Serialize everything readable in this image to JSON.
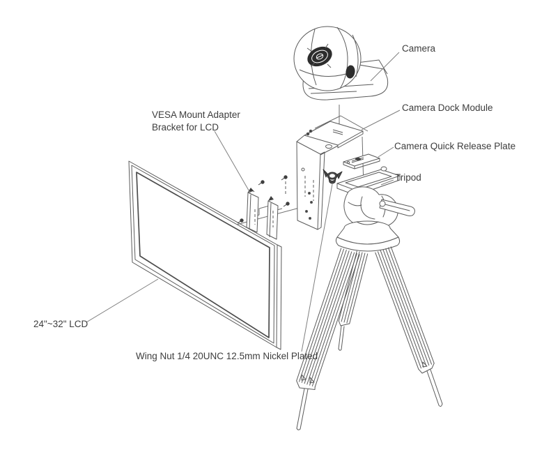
{
  "diagram": {
    "description": "Exploded assembly diagram of a camera, dock module, quick release plate, tripod, VESA bracket and LCD monitor",
    "labels": {
      "camera": "Camera",
      "camera_dock_module": "Camera Dock Module",
      "camera_quick_release_plate": "Camera Quick Release Plate",
      "tripod": "Tripod",
      "vesa_line1": "VESA Mount Adapter",
      "vesa_line2": "Bracket for LCD",
      "lcd_size": "24\"~32\" LCD",
      "wing_nut": "Wing Nut 1/4 20UNC 12.5mm Nickel Plated"
    },
    "colors": {
      "line": "#5a5a5a",
      "leader": "#7f7f7f",
      "text": "#3d3d3d",
      "dark_fill": "#2d2d2d",
      "background": "#ffffff"
    }
  }
}
